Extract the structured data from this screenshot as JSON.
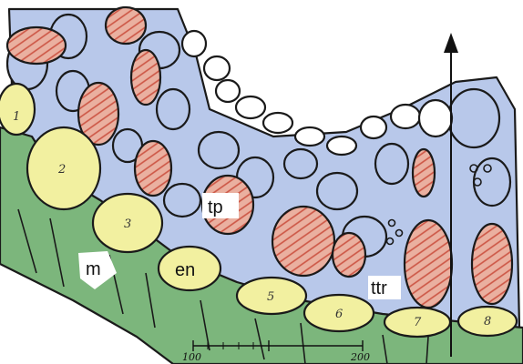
{
  "labels": {
    "tp": "tp",
    "en": "en",
    "m": "m",
    "ttr": "ttr"
  },
  "cell_numbers": [
    "1",
    "2",
    "3",
    "5",
    "6",
    "7",
    "8"
  ],
  "scale_bar": {
    "start": "100",
    "end": "200"
  },
  "colors": {
    "mesophyll": "#78b478",
    "endodermis": "#f2f0a0",
    "parenchyma": "#b8c8ea",
    "transfer_cell": "#e8a898",
    "hatch": "#cc5544"
  }
}
